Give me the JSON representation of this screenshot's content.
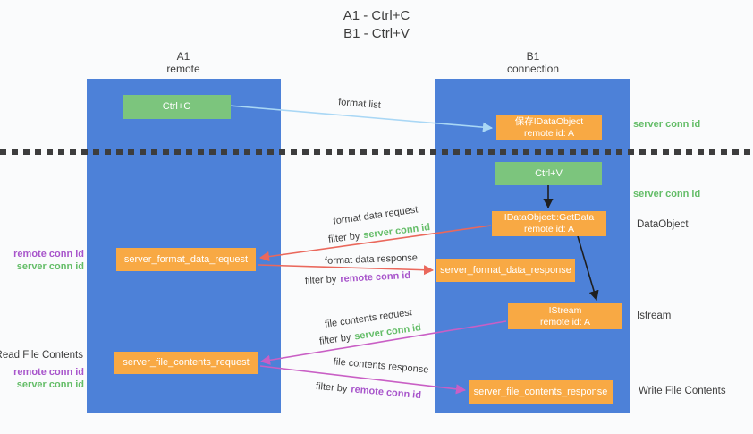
{
  "title": {
    "line1": "A1 - Ctrl+C",
    "line2": "B1 - Ctrl+V"
  },
  "lanes": {
    "left": {
      "name": "A1",
      "role": "remote"
    },
    "right": {
      "name": "B1",
      "role": "connection"
    }
  },
  "nodes": {
    "ctrl_c": {
      "label": "Ctrl+C"
    },
    "save_dataobject": {
      "line1": "保存IDataObject",
      "line2": "remote id: A"
    },
    "ctrl_v": {
      "label": "Ctrl+V"
    },
    "getdata": {
      "line1": "IDataObject::GetData",
      "line2": "remote id: A"
    },
    "istream": {
      "line1": "IStream",
      "line2": "remote id: A"
    },
    "server_format_data_request": {
      "label": "server_format_data_request"
    },
    "server_format_data_response": {
      "label": "server_format_data_response"
    },
    "server_file_contents_request": {
      "label": "server_file_contents_request"
    },
    "server_file_contents_response": {
      "label": "server_file_contents_response"
    }
  },
  "arrow_labels": {
    "format_list": "format list",
    "format_data_request": "format data request",
    "format_data_response": "format data response",
    "file_contents_request": "file contents request",
    "file_contents_response": "file contents response",
    "filter_by": "filter by",
    "server_conn_id": "server conn id",
    "remote_conn_id": "remote conn id"
  },
  "side_labels": {
    "server_conn_id_top": "server conn id",
    "server_conn_id_mid": "server conn id",
    "dataobject": "DataObject",
    "istream": "Istream",
    "write_file_contents": "Write File Contents",
    "read_file_contents": "Read File Contents",
    "remote_conn_id": "remote conn id",
    "server_conn_id": "server conn id"
  },
  "colors": {
    "lane_blue": "#4d81d8",
    "node_green": "#7cc57d",
    "node_orange": "#f8a944",
    "accent_green": "#64bd68",
    "accent_purple": "#a855cb",
    "arrow_red": "#ea685c",
    "arrow_magenta": "#c95fc5",
    "arrow_lightblue": "#a9d7f5",
    "arrow_black": "#1f1f1f"
  }
}
